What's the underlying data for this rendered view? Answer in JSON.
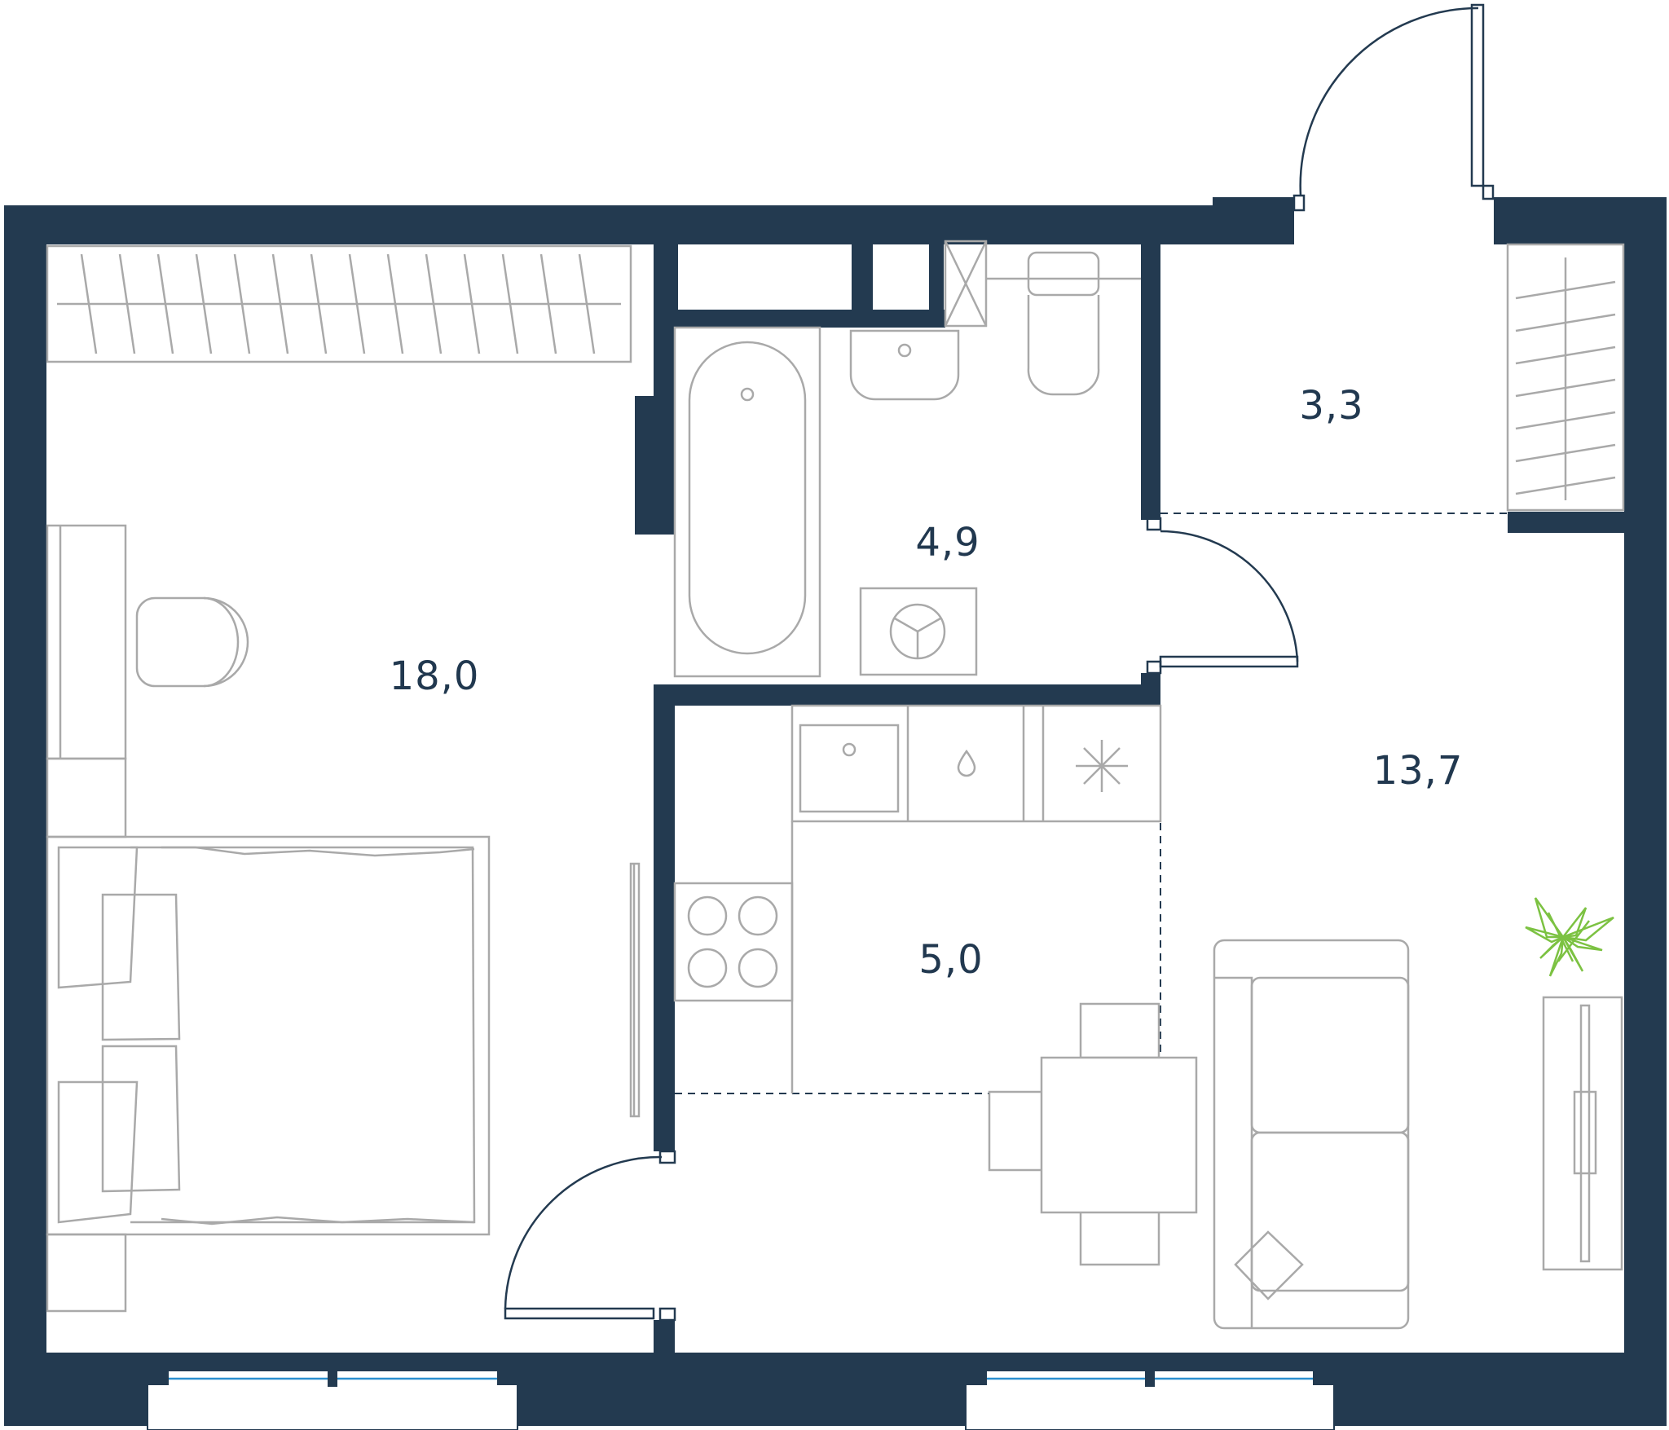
{
  "floorplan": {
    "rooms": [
      {
        "name": "bedroom",
        "area": "18,0"
      },
      {
        "name": "bathroom",
        "area": "4,9"
      },
      {
        "name": "hall-closet",
        "area": "3,3"
      },
      {
        "name": "kitchen",
        "area": "5,0"
      },
      {
        "name": "living-room",
        "area": "13,7"
      }
    ]
  },
  "colors": {
    "walls": "#233a50",
    "furniture": "#a9a9a9",
    "plant": "#7cc242",
    "window_glass": "#2a8fd0"
  }
}
